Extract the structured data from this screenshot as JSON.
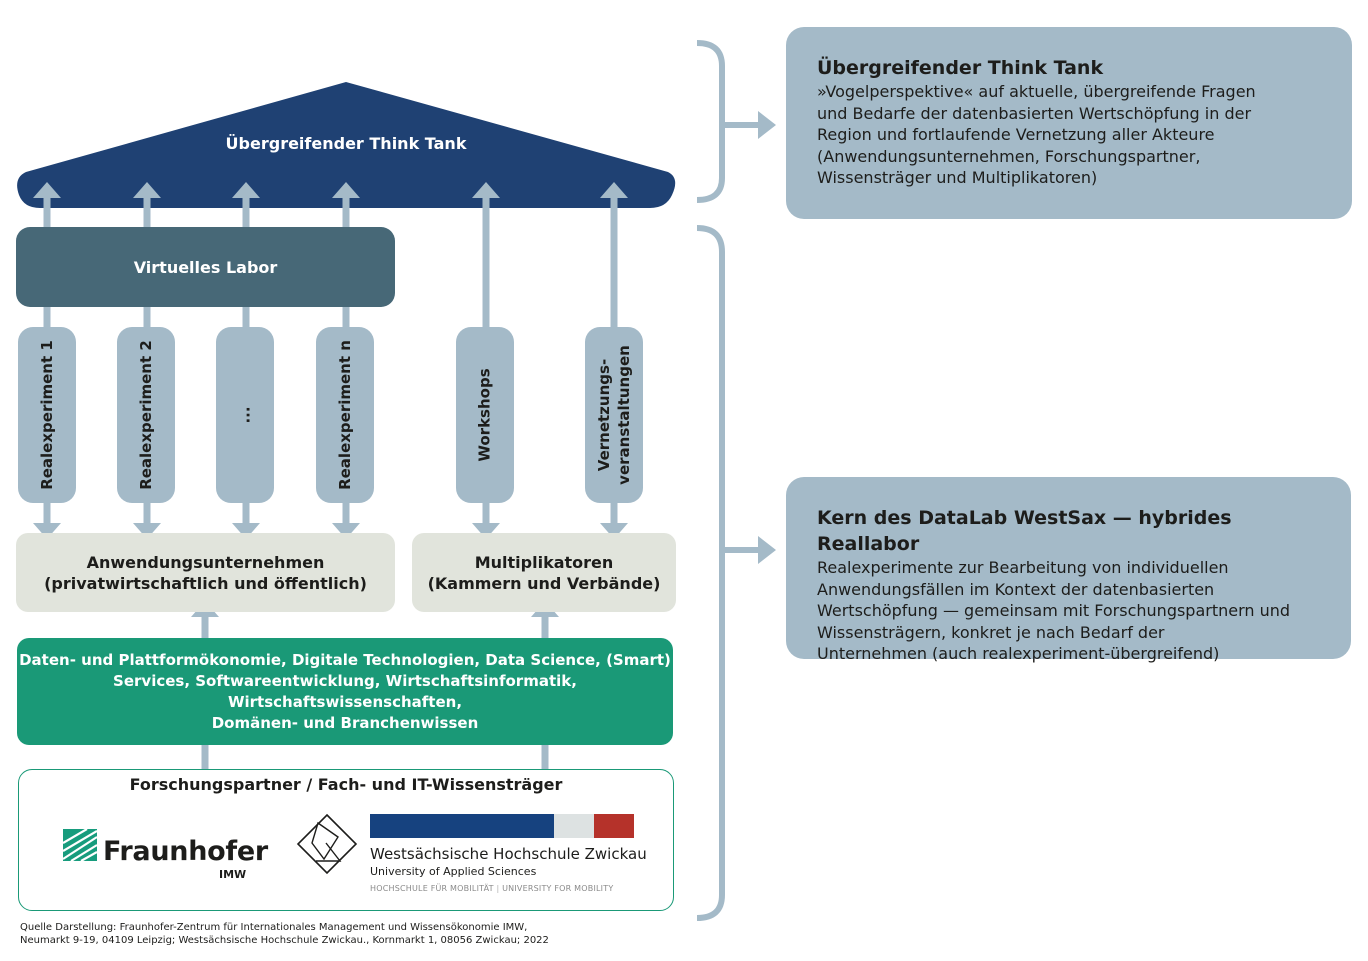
{
  "roof": {
    "title": "Übergreifender Think Tank"
  },
  "virtual_lab": {
    "label": "Virtuelles Labor"
  },
  "pillars": [
    {
      "lines": [
        "Realexperiment 1"
      ]
    },
    {
      "lines": [
        "Realexperiment 2"
      ]
    },
    {
      "lines": [
        "..."
      ]
    },
    {
      "lines": [
        "Realexperiment n"
      ]
    },
    {
      "lines": [
        "Workshops"
      ]
    },
    {
      "lines": [
        "Vernetzungs-",
        "veranstaltungen"
      ]
    }
  ],
  "companies": {
    "line1": "Anwendungsunternehmen",
    "line2": "(privatwirtschaftlich und öffentlich)"
  },
  "multipliers": {
    "line1": "Multiplikatoren",
    "line2": "(Kammern und Verbände)"
  },
  "knowledge": {
    "lines": [
      "Daten- und Plattformökonomie, Digitale Technologien, Data Science, (Smart)",
      "Services, Softwareentwicklung, Wirtschaftsinformatik, Wirtschaftswissenschaften,",
      "Domänen- und Branchenwissen"
    ]
  },
  "partners": {
    "title": "Forschungspartner / Fach- und IT-Wissensträger",
    "fraunhofer": {
      "name": "Fraunhofer",
      "sub": "IMW"
    },
    "whz": {
      "name": "Westsächsische Hochschule Zwickau",
      "sub": "University of Applied Sciences",
      "tag_left": "HOCHSCHULE FÜR MOBILITÄT",
      "tag_right": "UNIVERSITY FOR MOBILITY",
      "colors": {
        "blue": "#16427f",
        "light": "#dde2e2",
        "red": "#b5322a"
      }
    }
  },
  "right_boxes": [
    {
      "title": "Übergreifender Think Tank",
      "lines": [
        "»Vogelperspektive« auf aktuelle, übergreifende Fragen",
        "und Bedarfe der datenbasierten Wertschöpfung in der",
        "Region und fortlaufende Vernetzung aller Akteure",
        "(Anwendungsunternehmen, Forschungspartner,",
        "Wissensträger und Multiplikatoren)"
      ]
    },
    {
      "title": "Kern des DataLab WestSax — hybrides Reallabor",
      "lines": [
        "Realexperimente zur Bearbeitung von individuellen",
        "Anwendungsfällen im Kontext der datenbasierten",
        "Wertschöpfung — gemeinsam mit Forschungspartnern und",
        "Wissensträgern, konkret je nach Bedarf der",
        "Unternehmen (auch realexperiment-übergreifend)"
      ]
    }
  ],
  "footer": {
    "line1": "Quelle Darstellung: Fraunhofer-Zentrum für Internationales Management und Wissensökonomie IMW,",
    "line2": "Neumarkt 9-19, 04109 Leipzig; Westsächsische Hochschule Zwickau., Kornmarkt 1, 08056 Zwickau; 2022"
  },
  "colors": {
    "roof": "#1f4173",
    "virtual_lab": "#476877",
    "pillar": "#a4bac8",
    "stakeholder_box": "#e1e4dc",
    "knowledge": "#1a9977",
    "bracket": "#a4bac8"
  }
}
